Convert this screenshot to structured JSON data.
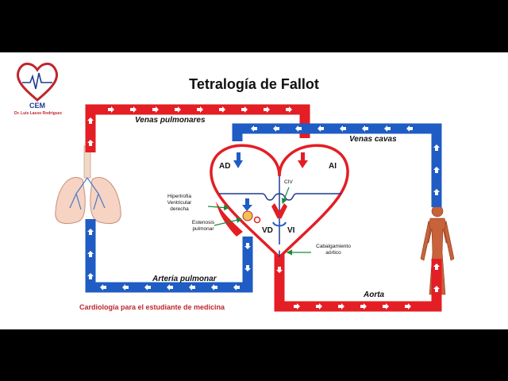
{
  "title": "Tetralogía de Fallot",
  "logo": {
    "name": "CEM",
    "author": "Dr. Luis Lasso Rodriguez"
  },
  "footer": "Cardiología para el estudiante de medicina",
  "vessels": {
    "venas_pulmonares": "Venas pulmonares",
    "venas_cavas": "Venas cavas",
    "arteria_pulmonar": "Arteria pulmonar",
    "aorta": "Aorta"
  },
  "chambers": {
    "ad": "AD",
    "ai": "AI",
    "vd": "VD",
    "vi": "VI"
  },
  "annotations": {
    "civ": "CIV",
    "hipertrofia": [
      "Hipertrofia",
      "Ventricular",
      "derecha"
    ],
    "estenosis": [
      "Estenosis",
      "pulmonar"
    ],
    "cabalgamiento": [
      "Cabalgamiento",
      "aórtico"
    ]
  },
  "colors": {
    "oxygenated": "#e31e24",
    "deoxygenated": "#1f5cc4",
    "text_red": "#c0262d",
    "text_blue": "#1f3b8f"
  },
  "icons": [
    "heart-logo-icon",
    "lungs-icon",
    "human-body-icon",
    "flow-arrow-icon"
  ]
}
